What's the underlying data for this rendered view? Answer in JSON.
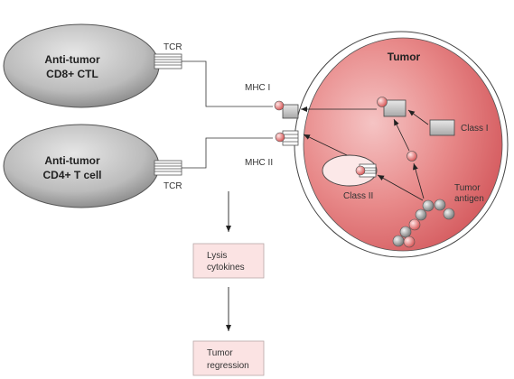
{
  "cells": {
    "cd8": {
      "line1": "Anti-tumor",
      "line2": "CD8+ CTL"
    },
    "cd4": {
      "line1": "Anti-tumor",
      "line2": "CD4+ T cell"
    }
  },
  "labels": {
    "tcr_top": "TCR",
    "tcr_bottom": "TCR",
    "mhc1": "MHC I",
    "mhc2": "MHC II",
    "tumor": "Tumor",
    "class1": "Class I",
    "class2": "Class II",
    "antigen_line1": "Tumor",
    "antigen_line2": "antigen"
  },
  "outcomes": {
    "box1_line1": "Lysis",
    "box1_line2": "cytokines",
    "box2_line1": "Tumor",
    "box2_line2": "regression"
  },
  "colors": {
    "cell_fill": "#bdbdbd",
    "tumor_fill": "#e8787a",
    "box_fill": "#fbe3e3",
    "molecule": "#e07070"
  }
}
